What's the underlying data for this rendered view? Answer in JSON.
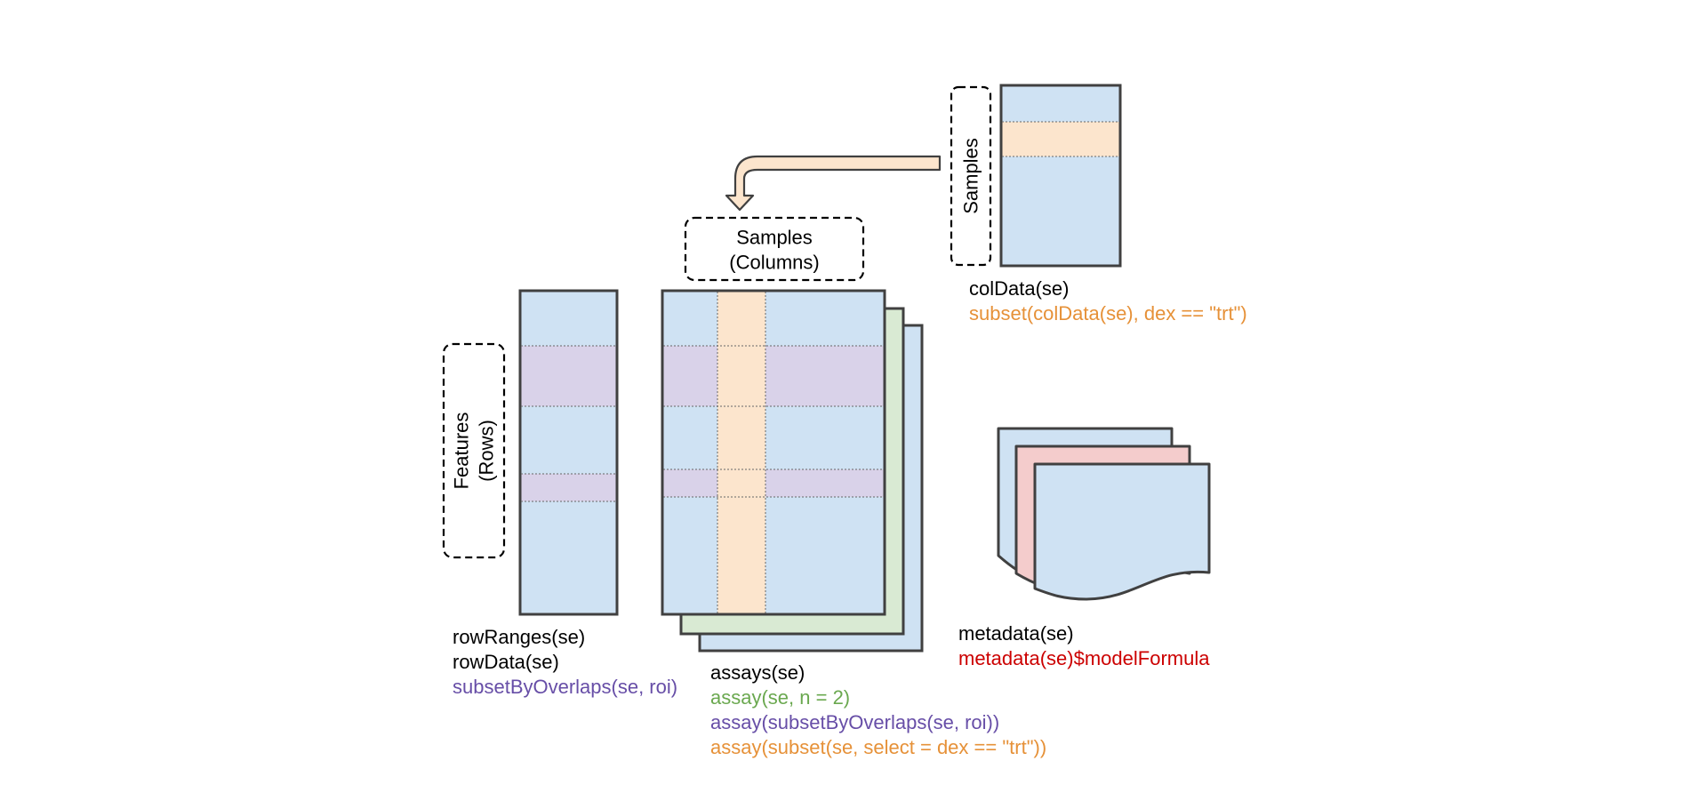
{
  "colors": {
    "outline": "#404040",
    "blue_fill": "#cfe2f3",
    "green_fill": "#d9ead3",
    "pink_fill": "#f4cccc",
    "purple_highlight": "#d9d2e9",
    "orange_highlight": "#fce5cd",
    "text_black": "#000000",
    "text_orange": "#e69138",
    "text_green": "#6aa84f",
    "text_purple": "#674ea7",
    "text_red": "#cc0000"
  },
  "coldata_panel": {
    "samples_label": "Samples",
    "labels": [
      {
        "text": "colData(se)",
        "color": "#000000"
      },
      {
        "text": "subset(colData(se), dex == \"trt\")",
        "color": "#e69138"
      }
    ]
  },
  "assay_panel": {
    "samples_box_line1": "Samples",
    "samples_box_line2": "(Columns)",
    "labels": [
      {
        "text": "assays(se)",
        "color": "#000000"
      },
      {
        "text": "assay(se, n = 2)",
        "color": "#6aa84f"
      },
      {
        "text": "assay(subsetByOverlaps(se, roi))",
        "color": "#674ea7"
      },
      {
        "text": "assay(subset(se, select = dex == \"trt\"))",
        "color": "#e69138"
      }
    ]
  },
  "rowdata_panel": {
    "features_label_line1": "Features",
    "features_label_line2": "(Rows)",
    "labels": [
      {
        "text": "rowRanges(se)",
        "color": "#000000"
      },
      {
        "text": "rowData(se)",
        "color": "#000000"
      },
      {
        "text": "subsetByOverlaps(se, roi)",
        "color": "#674ea7"
      }
    ]
  },
  "metadata_panel": {
    "labels": [
      {
        "text": "metadata(se)",
        "color": "#000000"
      },
      {
        "text": "metadata(se)$modelFormula",
        "color": "#cc0000"
      }
    ]
  }
}
